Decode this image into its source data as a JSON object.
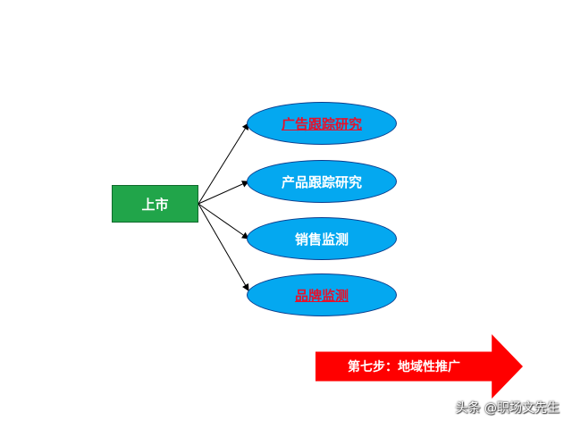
{
  "root": {
    "label": "上市"
  },
  "nodes": [
    {
      "label": "广告跟踪研究",
      "highlight": true
    },
    {
      "label": "产品跟踪研究",
      "highlight": false
    },
    {
      "label": "销售监测",
      "highlight": false
    },
    {
      "label": "品牌监测",
      "highlight": true
    }
  ],
  "step": {
    "label": "第七步：地域性推广"
  },
  "watermark": {
    "text": "头条 @职场文先生"
  },
  "colors": {
    "root_fill": "#21a54a",
    "node_fill": "#04a8f0",
    "highlight_text": "#e8102a",
    "step_arrow": "#ff0000"
  }
}
